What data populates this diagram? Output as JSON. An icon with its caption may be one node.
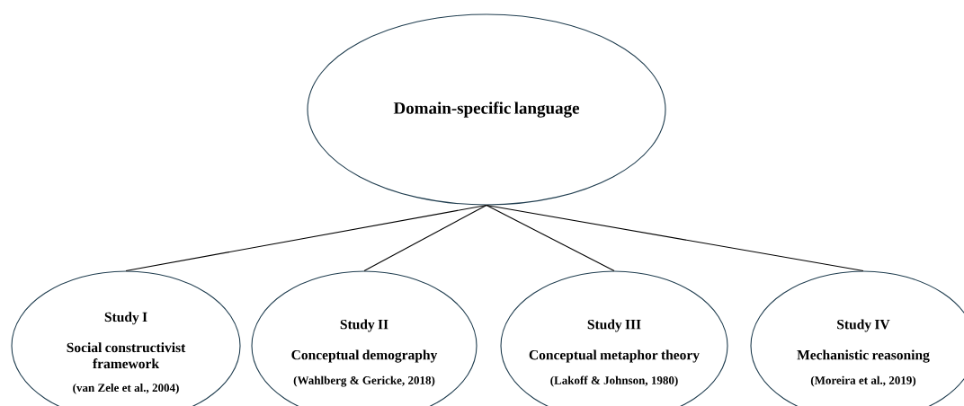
{
  "diagram": {
    "nodes": [
      {
        "text": [
          "Domain-specific language"
        ]
      },
      {
        "text": [
          "Study I",
          "Social constructivist framework",
          "(van Zele et al., 2004)"
        ]
      },
      {
        "text": [
          "Study II",
          "Conceptual demography",
          "(Wahlberg & Gericke, 2018)"
        ]
      },
      {
        "text": [
          "Study III",
          "Conceptual metaphor theory",
          "(Lakoff & Johnson, 1980)"
        ]
      },
      {
        "text": [
          "Study IV",
          "Mechanistic reasoning",
          "(Moreira et al., 2019)"
        ]
      }
    ],
    "edges": [
      {
        "from": 0,
        "to": 1,
        "arrow": "none"
      },
      {
        "from": 0,
        "to": 2,
        "arrow": "none"
      },
      {
        "from": 0,
        "to": 3,
        "arrow": "none"
      },
      {
        "from": 0,
        "to": 4,
        "arrow": "none"
      }
    ]
  }
}
